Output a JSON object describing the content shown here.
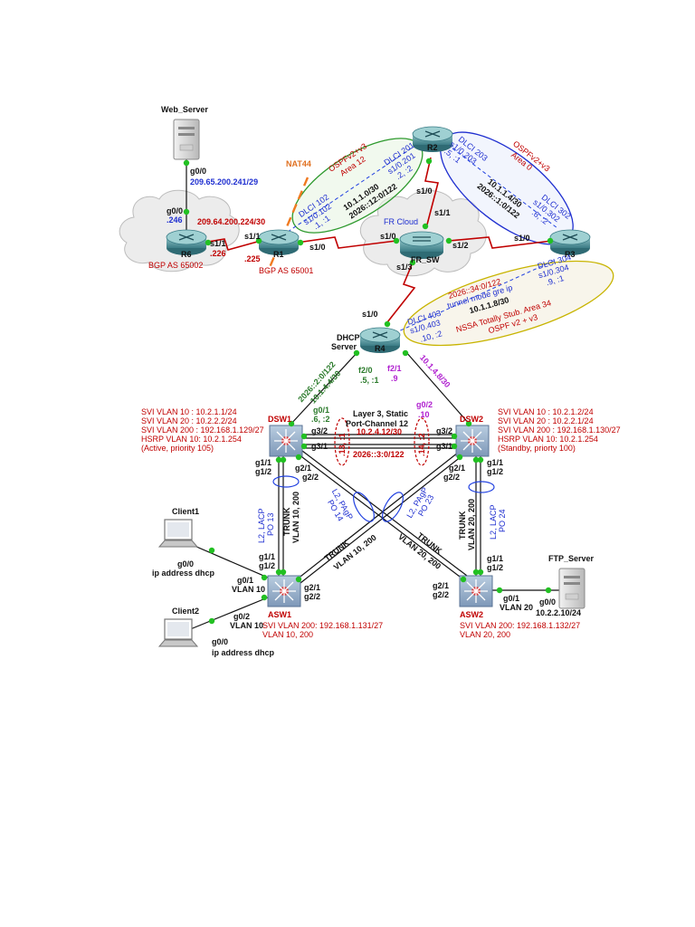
{
  "colors": {
    "ospf_blue": "#1f2fd0",
    "ospf_green": "#2e9a2e",
    "nssa_yellow": "#c8b400",
    "nat_orange": "#f07a20",
    "serial_red": "#c00000",
    "trunk_black": "#111111",
    "pagp_blue": "#2040e0",
    "port_channel_red": "#c00000",
    "port_green": "#22c022"
  },
  "devices": {
    "web_server": "Web_Server",
    "r1": "R1",
    "r2": "R2",
    "r3": "R3",
    "r4": "R4",
    "r6": "R6",
    "fr_sw": "FR_SW",
    "fr_cloud": "FR Cloud",
    "dhcp_server_1": "DHCP",
    "dhcp_server_2": "Server",
    "dsw1": "DSW1",
    "dsw2": "DSW2",
    "asw1": "ASW1",
    "asw2": "ASW2",
    "client1": "Client1",
    "client2": "Client2",
    "ftp_server": "FTP_Server"
  },
  "labels": {
    "web_g00": "g0/0",
    "web_net": "209.65.200.241/29",
    "r6_g00": "g0/0",
    "r6_246": ".246",
    "r6_net": "209.64.200.224/30",
    "r6_s11": "s1/1",
    "r6_226": ".226",
    "bgp_65002": "BGP AS 65002",
    "r1_s11": "s1/1",
    "r1_225": ".225",
    "r1_s10": "s1/0",
    "bgp_65001": "BGP AS 65001",
    "nat44": "NAT44",
    "ospf_green_1": "OSPFv2+v3",
    "ospf_green_2": "Area 12",
    "dlci_102": "DLCI 102",
    "s10_102": "s1/0.102",
    "r1_dot1": ".1, :1",
    "dlci_201": "DLCI 201",
    "s10_201": "s1/0.201",
    "r2_dot2": ".2, :2",
    "net_10_1_1_0": "10.1.1.0/30",
    "net_2026_12": "2026::12:0/122",
    "dlci_203": "DLCI 203",
    "s10_203": "s1/0.203",
    "r2_dot5": ".5, :1",
    "ospf_blue_1": "OSPFv2+v3",
    "ospf_blue_2": "Area 0",
    "net_10_1_1_4": "10.1.1.4/30",
    "net_2026_1": "2026::1:0/122",
    "dlci_302": "DLCI 302",
    "s10_302": "s1/0.302",
    "r3_dot6": ".6, :2",
    "r2_s10": "s1/0",
    "frsw_s11": "s1/1",
    "frsw_s10": "s1/0",
    "frsw_s12": "s1/2",
    "frsw_s13": "s1/3",
    "r3_s10": "s1/0",
    "nssa_net_v6": "2026::34:0/122",
    "nssa_tunnel": "tunnel mode gre ip",
    "dlci_304": "DLCI 304",
    "s10_304": "s1/0.304",
    "r3_dot9": ".9, :1",
    "nssa_net_v4": "10.1.1.8/30",
    "dlci_403": "DLCI 403",
    "s10_403": "s1/0.403",
    "r4_dot10": ".10, :2",
    "nssa_area": "NSSA Totally Stub. Area 34",
    "nssa_ospf": "OSPF v2 + v3",
    "r4_s10": "s1/0",
    "r4_v6_net": "2026::2:0/122",
    "r4_v4_net": "10.1.4.4/30",
    "r4_f20": "f2/0",
    "r4_f20_addr": ".5, :1",
    "r4_f21": "f2/1",
    "r4_f21_addr": ".9",
    "r4_f21_net": "10.1.4.8/30",
    "dsw1_g01": "g0/1",
    "dsw1_g01_addr": ".6, :2",
    "dsw2_g02": "g0/2",
    "dsw2_g02_addr": ".10",
    "l3_title_1": "Layer 3, Static",
    "l3_title_2": "Port-Channel 12",
    "pc_v4": "10.2.4.12/30",
    "pc_v6": "2026::3:0/122",
    "po_left": ".13, :1",
    "po_right": ".14, :2",
    "dsw1_g32": "g3/2",
    "dsw1_g31": "g3/1",
    "dsw2_g32": "g3/2",
    "dsw2_g31": "g3/1",
    "dsw1_svi": [
      "SVI VLAN 10   : 10.2.1.1/24",
      "SVI VLAN 20   : 10.2.2.2/24",
      "SVI VLAN 200 : 192.168.1.129/27",
      "HSRP VLAN 10: 10.2.1.254",
      "(Active, priority 105)"
    ],
    "dsw2_svi": [
      "SVI VLAN 10   : 10.2.1.2/24",
      "SVI VLAN 20   : 10.2.2.1/24",
      "SVI VLAN 200 : 192.168.1.130/27",
      "HSRP VLAN 10: 10.2.1.254",
      "(Standby, priorty 100)"
    ],
    "dsw1_g11": "g1/1",
    "dsw1_g12": "g1/2",
    "dsw1_g21": "g2/1",
    "dsw1_g22": "g2/2",
    "dsw2_g21": "g2/1",
    "dsw2_g22": "g2/2",
    "dsw2_g11": "g1/1",
    "dsw2_g12": "g1/2",
    "l2_lacp_left_1": "L2, LACP",
    "l2_lacp_left_2": "PO 13",
    "trunk_left": "TRUNK",
    "vlan_left": "VLAN 10, 200",
    "l2_pagp_14_1": "L2, PAgP",
    "l2_pagp_14_2": "PO 14",
    "l2_pagp_23_1": "L2, PAgP",
    "l2_pagp_23_2": "PO 23",
    "trunk_cross1": "TRUNK",
    "vlan_cross1": "VLAN 10, 200",
    "trunk_cross2": "TRUNK",
    "vlan_cross2": "VLAN 20, 200",
    "trunk_right": "TRUNK",
    "vlan_right": "VLAN 20, 200",
    "l2_lacp_right_1": "L2, LACP",
    "l2_lacp_right_2": "PO 24",
    "asw1_g11": "g1/1",
    "asw1_g12": "g1/2",
    "asw1_g21": "g2/1",
    "asw1_g22": "g2/2",
    "asw1_g01": "g0/1",
    "asw1_vlan10a": "VLAN 10",
    "asw1_g02": "g0/2",
    "asw1_vlan10b": "VLAN 10",
    "asw2_g11": "g1/1",
    "asw2_g12": "g1/2",
    "asw2_g21": "g2/1",
    "asw2_g22": "g2/2",
    "asw2_g01": "g0/1",
    "asw2_vlan20": "VLAN 20",
    "client1_g00": "g0/0",
    "client1_ip": "ip address dhcp",
    "client2_g00": "g0/0",
    "client2_ip": "ip address dhcp",
    "ftp_g00": "g0/0",
    "ftp_net": "10.2.2.10/24",
    "asw1_svi_1": "SVI VLAN 200: 192.168.1.131/27",
    "asw1_svi_2": "VLAN 10, 200",
    "asw2_svi_1": "SVI VLAN 200: 192.168.1.132/27",
    "asw2_svi_2": "VLAN 20, 200"
  }
}
